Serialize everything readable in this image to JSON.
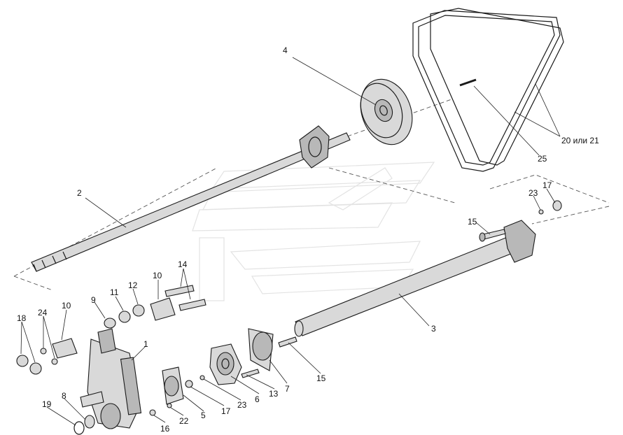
{
  "callouts": {
    "c1": "1",
    "c2": "2",
    "c3": "3",
    "c4": "4",
    "c5": "5",
    "c6": "6",
    "c7": "7",
    "c8": "8",
    "c9": "9",
    "c10a": "10",
    "c10b": "10",
    "c11": "11",
    "c12": "12",
    "c13": "13",
    "c14": "14",
    "c15a": "15",
    "c15b": "15",
    "c16": "16",
    "c17a": "17",
    "c17b": "17",
    "c18": "18",
    "c19": "19",
    "c20": "20 или 21",
    "c22": "22",
    "c23a": "23",
    "c23b": "23",
    "c24": "24",
    "c25": "25"
  },
  "colors": {
    "line": "#1a1a1a",
    "part_fill": "#d9d9d9",
    "watermark": "#e3e3e3"
  }
}
